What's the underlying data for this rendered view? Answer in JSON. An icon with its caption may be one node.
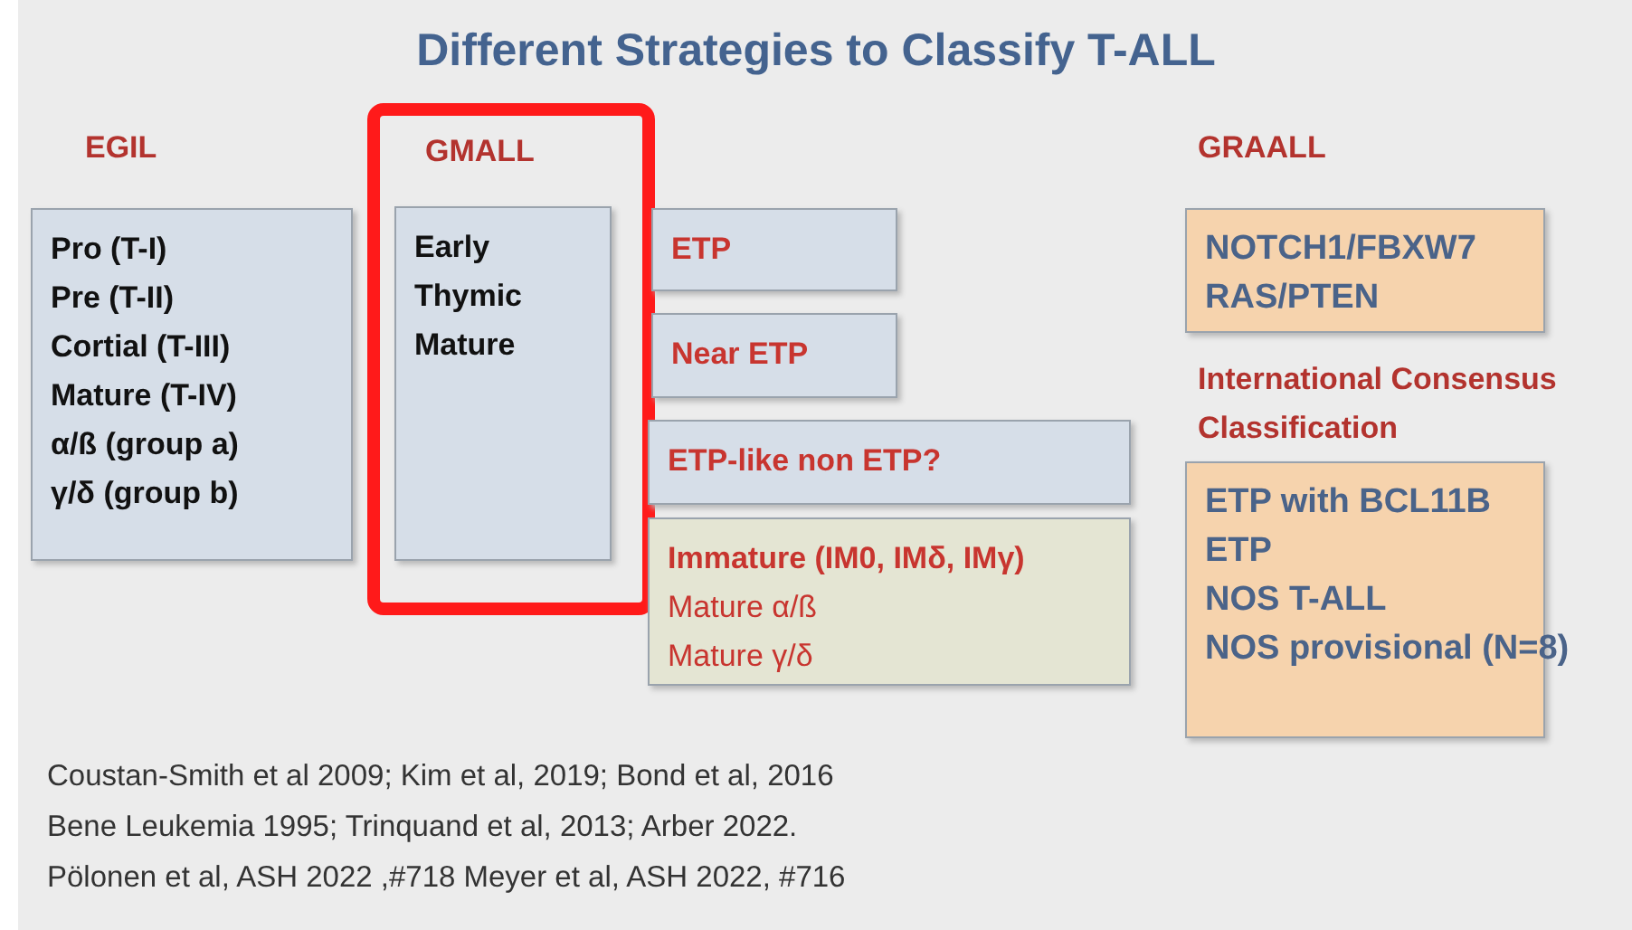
{
  "diagram": {
    "title": "Different Strategies to Classify T-ALL",
    "nodes": [
      {
        "text": [
          "EGIL",
          "Pro  (T-I)",
          "Pre  (T-II)",
          "Cortial (T-III)",
          "Mature (T-IV)",
          "α/ß (group a)",
          "γ/δ (group b)"
        ]
      },
      {
        "text": [
          "GMALL"
        ]
      },
      {
        "text": [
          "Early",
          "Thymic",
          "Mature"
        ],
        "in": 1
      },
      {
        "text": [
          "ETP"
        ]
      },
      {
        "text": [
          "Near ETP"
        ]
      },
      {
        "text": [
          "ETP-like non ETP?"
        ]
      },
      {
        "text": [
          "Immature (IM0, IMδ, IMγ)",
          "Mature α/ß",
          "Mature γ/δ"
        ]
      },
      {
        "text": [
          "GRAALL",
          "NOTCH1/FBXW7",
          "RAS/PTEN"
        ]
      },
      {
        "text": [
          "International Consensus Classification",
          "ETP with BCL11B",
          "ETP",
          "NOS T-ALL",
          "NOS provisional (N=8)"
        ]
      }
    ],
    "labels": [
      "Coustan-Smith et al 2009; Kim et al, 2019; Bond et al, 2016",
      "Bene Leukemia 1995; Trinquand et al, 2013; Arber 2022.",
      "Pölonen et al, ASH 2022 ,#718 Meyer et al, ASH 2022, #716"
    ]
  }
}
